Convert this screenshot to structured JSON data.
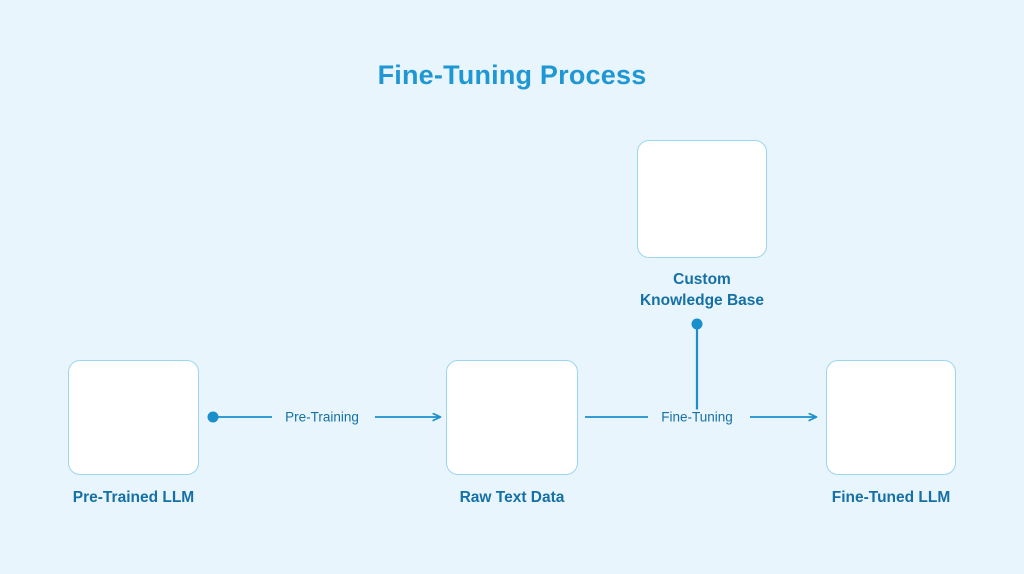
{
  "title": "Fine-Tuning Process",
  "colors": {
    "background": "#e8f5fd",
    "title": "#1f97d4",
    "label": "#1570a6",
    "stroke": "#1a8fcc",
    "icon_fill": "#b8e4f5",
    "icon_solid": "#0e92d0",
    "card_border": "#9ad6f0",
    "card_background": "#ffffff"
  },
  "nodes": [
    {
      "id": "pre-trained-llm",
      "label": "Pre-Trained LLM",
      "icon": "documents-icon"
    },
    {
      "id": "raw-text-data",
      "label": "Raw Text Data",
      "icon": "database-network-icon"
    },
    {
      "id": "fine-tuned-llm",
      "label": "Fine-Tuned LLM",
      "icon": "documents-gear-icon"
    },
    {
      "id": "custom-knowledge-base",
      "label_line1": "Custom",
      "label_line2": "Knowledge Base",
      "icon": "gear-sliders-icon"
    }
  ],
  "connectors": [
    {
      "id": "pre-training",
      "label": "Pre-Training",
      "from": "pre-trained-llm",
      "to": "raw-text-data",
      "start_marker": "dot",
      "end_marker": "arrow"
    },
    {
      "id": "fine-tuning",
      "label": "Fine-Tuning",
      "from": "raw-text-data",
      "to": "fine-tuned-llm",
      "start_marker": "none",
      "end_marker": "arrow"
    },
    {
      "id": "knowledge-feed",
      "label": "",
      "from": "custom-knowledge-base",
      "to": "fine-tuning",
      "start_marker": "dot",
      "end_marker": "none",
      "orientation": "vertical"
    }
  ]
}
